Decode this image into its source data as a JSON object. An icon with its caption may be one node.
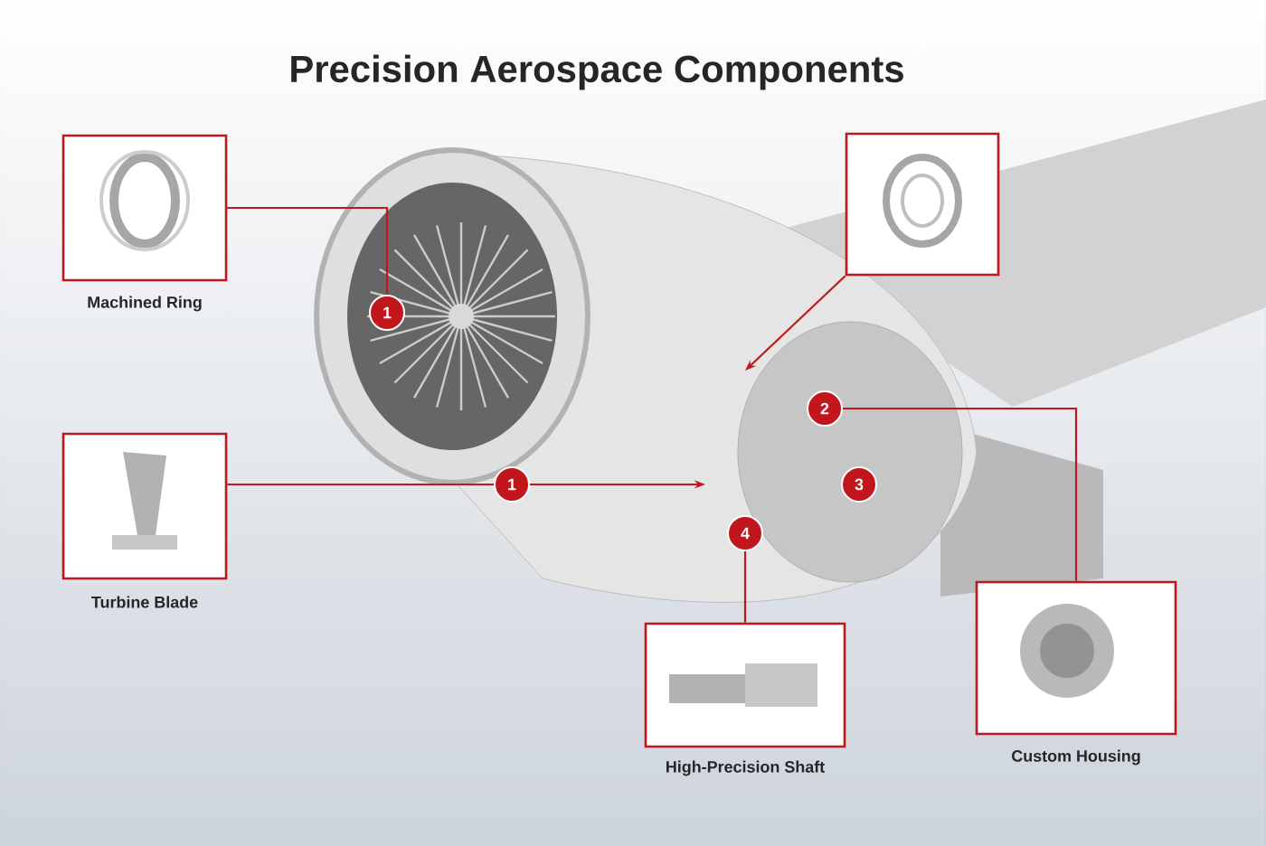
{
  "diagram": {
    "title": "Precision Aerospace Components",
    "nodes": [
      {
        "text": [
          "Machined Ring"
        ]
      },
      {
        "text": [
          "1"
        ]
      },
      {
        "text": [
          "Turbine Blade"
        ]
      },
      {
        "text": [
          "1"
        ]
      },
      {
        "text": [],
        "shape": "picture"
      },
      {
        "text": [
          "2"
        ]
      },
      {
        "text": [
          "3"
        ]
      },
      {
        "text": [
          "4"
        ]
      },
      {
        "text": [
          "High-Precision Shaft"
        ]
      },
      {
        "text": [
          "Custom Housing"
        ]
      }
    ],
    "edges": [
      {
        "from": 0,
        "to": 1,
        "arrow": "none"
      },
      {
        "from": 2,
        "to": 3,
        "arrow": "none"
      },
      {
        "from": 3,
        "to": null,
        "arrow": "to"
      },
      {
        "from": 4,
        "to": null,
        "arrow": "to"
      },
      {
        "from": 5,
        "to": 9,
        "arrow": "none"
      },
      {
        "from": 7,
        "to": 8,
        "arrow": "none"
      }
    ]
  }
}
